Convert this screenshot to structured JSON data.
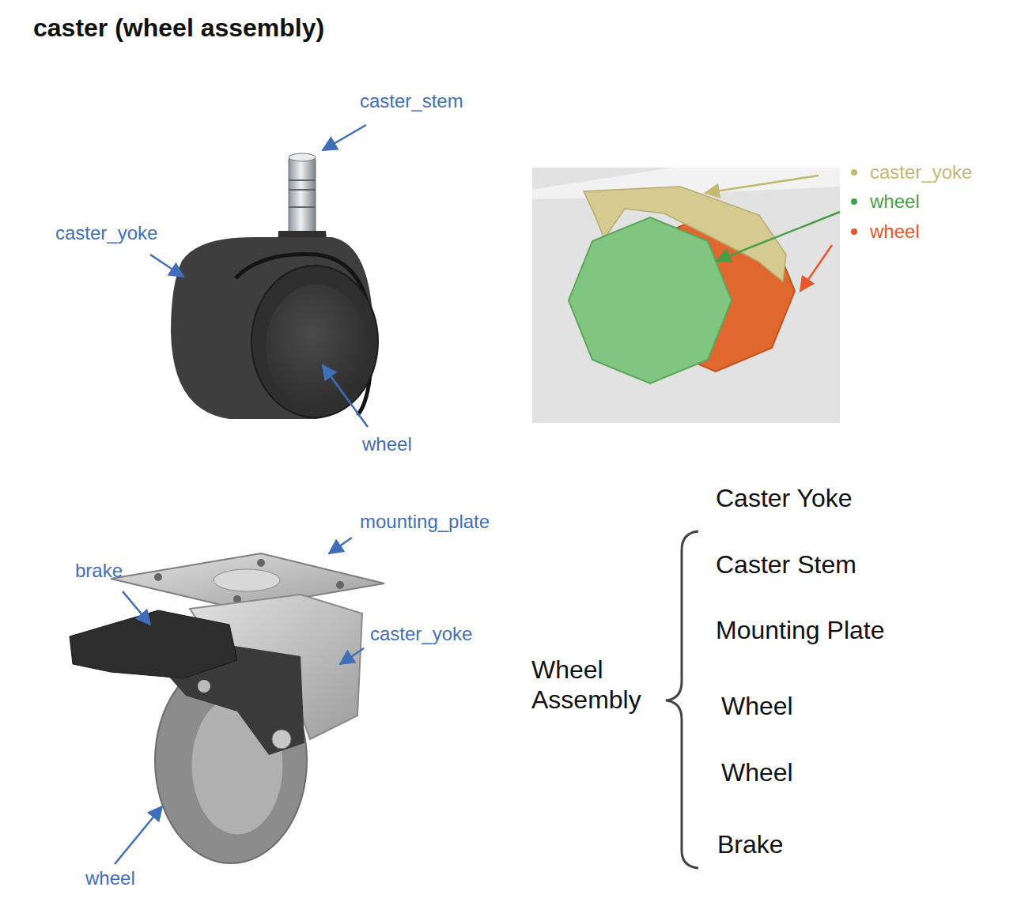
{
  "diagram": {
    "title": "caster (wheel assembly)",
    "labels": [
      "caster_stem",
      "caster_yoke",
      "wheel",
      "mounting_plate",
      "brake",
      "caster_yoke",
      "wheel",
      "Caster Yoke",
      "Wheel Assembly",
      "Caster Stem",
      "Mounting Plate",
      "Wheel",
      "Wheel",
      "Brake"
    ],
    "legend": [
      {
        "text": "caster_yoke",
        "color": "#c2ba72"
      },
      {
        "text": "wheel",
        "color": "#4a9e4a"
      },
      {
        "text": "wheel",
        "color": "#e8562a"
      }
    ]
  }
}
